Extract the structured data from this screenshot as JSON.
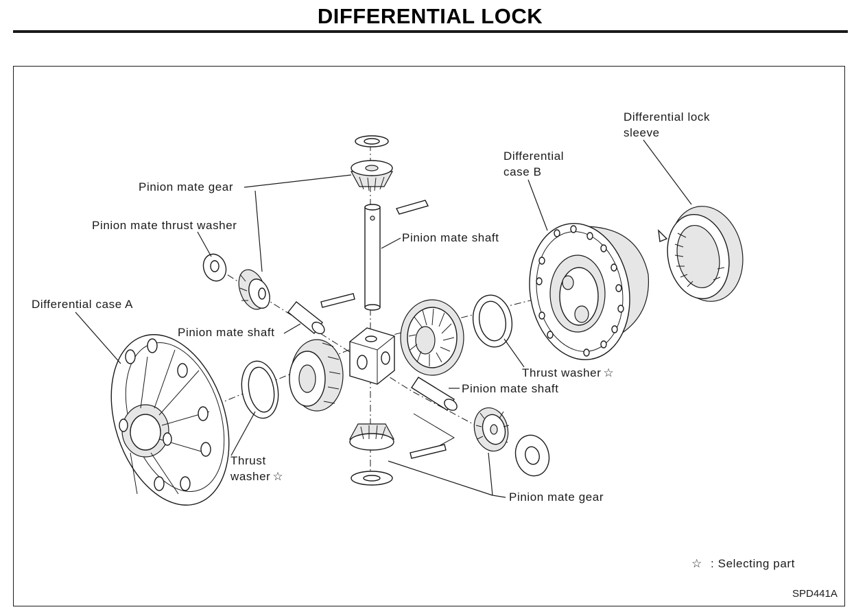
{
  "title": "DIFFERENTIAL LOCK",
  "labels": {
    "differential_lock_sleeve_line1": "Differential lock",
    "differential_lock_sleeve_line2": "sleeve",
    "differential_case_b_line1": "Differential",
    "differential_case_b_line2": "case B",
    "pinion_mate_gear_top": "Pinion mate gear",
    "pinion_mate_thrust_washer": "Pinion mate thrust washer",
    "pinion_mate_shaft_top": "Pinion mate shaft",
    "differential_case_a": "Differential case A",
    "pinion_mate_shaft_left": "Pinion mate shaft",
    "thrust_washer_right": "Thrust washer",
    "pinion_mate_shaft_right": "Pinion mate shaft",
    "thrust_washer_left_line1": "Thrust",
    "thrust_washer_left_line2": "washer",
    "pinion_mate_gear_bottom": "Pinion mate gear"
  },
  "legend": {
    "star": "☆",
    "text": ": Selecting part"
  },
  "figure_code": "SPD441A"
}
